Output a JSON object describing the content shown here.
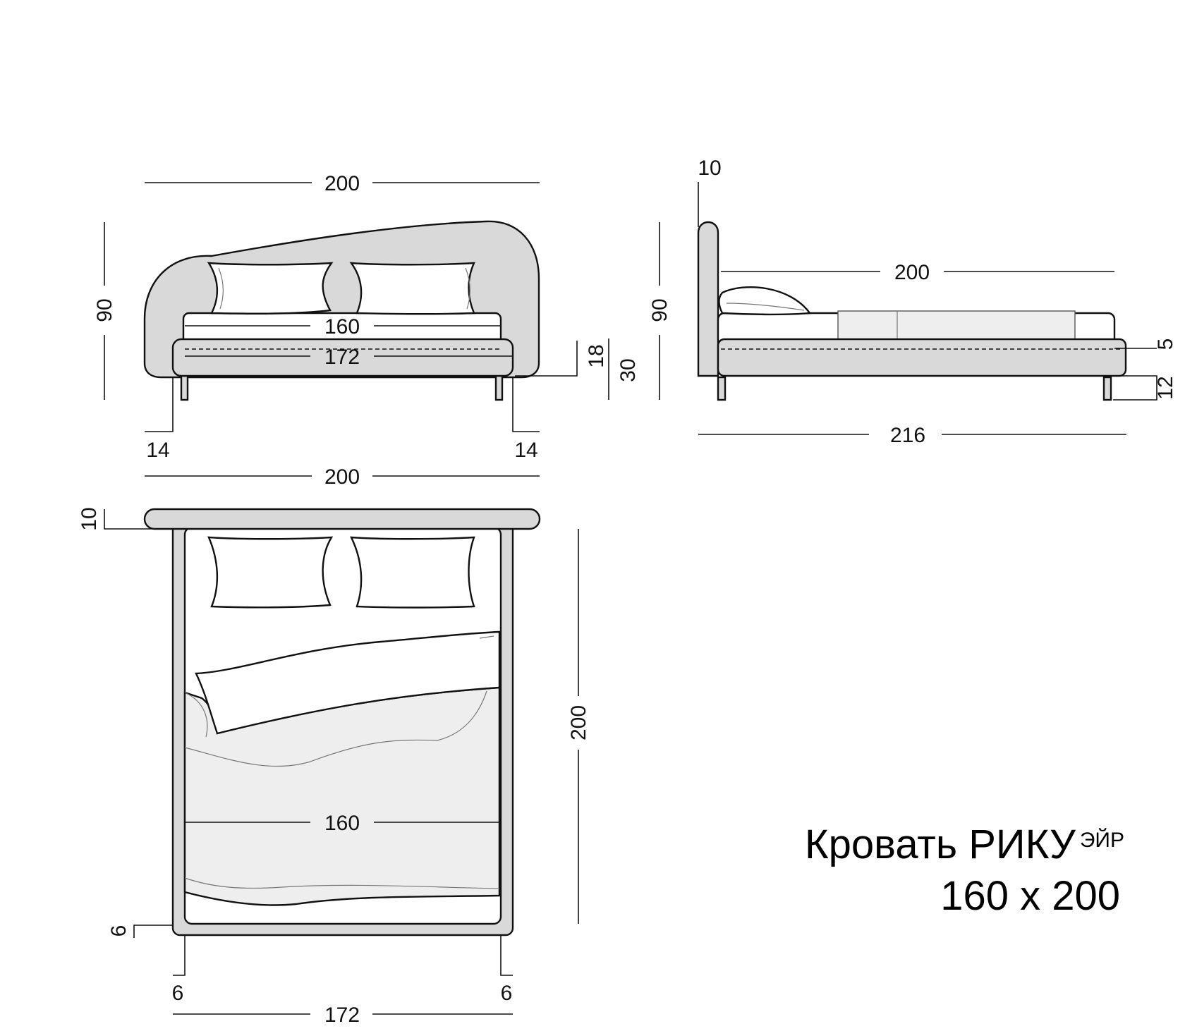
{
  "title": {
    "product": "Кровать РИКУ",
    "series": "ЭЙР",
    "size": "160 x 200"
  },
  "front_view": {
    "width_top": "200",
    "height": "90",
    "mattress_width": "160",
    "frame_width": "172",
    "frame_height": "18",
    "leg_height": "30",
    "offset_left": "14",
    "offset_right": "14"
  },
  "side_view": {
    "headboard_thickness": "10",
    "height": "90",
    "mattress_length": "200",
    "frame_height": "5",
    "leg_height": "12",
    "total_length": "216"
  },
  "top_view": {
    "width_top": "200",
    "headboard_thickness": "10",
    "length": "200",
    "mattress_width": "160",
    "frame_offset": "6",
    "offset_left": "6",
    "offset_right": "6",
    "frame_width": "172"
  }
}
